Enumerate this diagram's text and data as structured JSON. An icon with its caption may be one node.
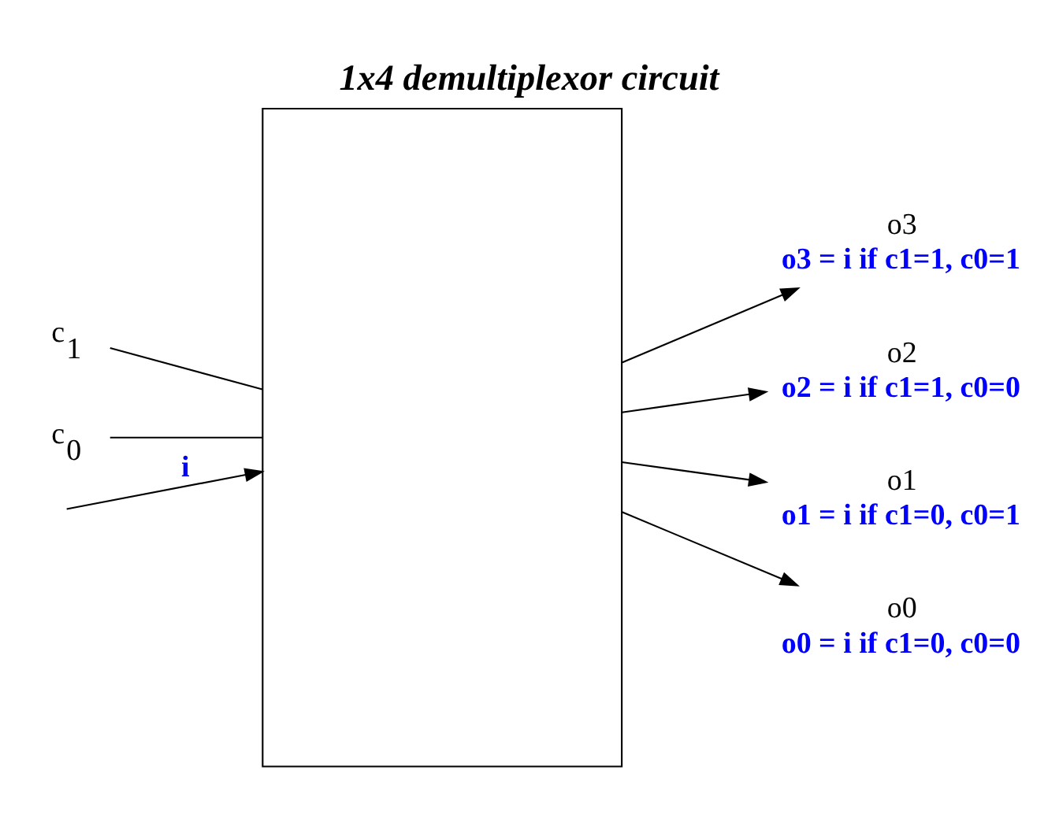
{
  "diagram": {
    "title": "1x4 demultiplexor circuit",
    "nodes": [
      {
        "text": [],
        "shape": "box"
      },
      {
        "text": [
          "o3"
        ],
        "beside": [
          "o3 = i if c1=1, c0=1"
        ]
      },
      {
        "text": [
          "o2"
        ],
        "beside": [
          "o2 = i if c1=1, c0=0"
        ]
      },
      {
        "text": [
          "o1"
        ],
        "beside": [
          "o1 = i if c1=0, c0=1"
        ]
      },
      {
        "text": [
          "o0"
        ],
        "beside": [
          "o0 = i if c1=0, c0=0"
        ]
      },
      {
        "text": [
          "c$_{1}$"
        ]
      },
      {
        "text": [
          "c$_{0}$"
        ]
      }
    ],
    "edges": [
      {
        "from": null,
        "to": 0,
        "arrow": "to",
        "label": "i"
      },
      {
        "from": 0,
        "to": 1,
        "arrow": "to"
      },
      {
        "from": 0,
        "to": 2,
        "arrow": "to"
      },
      {
        "from": 0,
        "to": 3,
        "arrow": "to"
      },
      {
        "from": 0,
        "to": 4,
        "arrow": "to"
      },
      {
        "from": 5,
        "to": 0,
        "arrow": "none"
      },
      {
        "from": 6,
        "to": 0,
        "arrow": "none"
      }
    ]
  }
}
